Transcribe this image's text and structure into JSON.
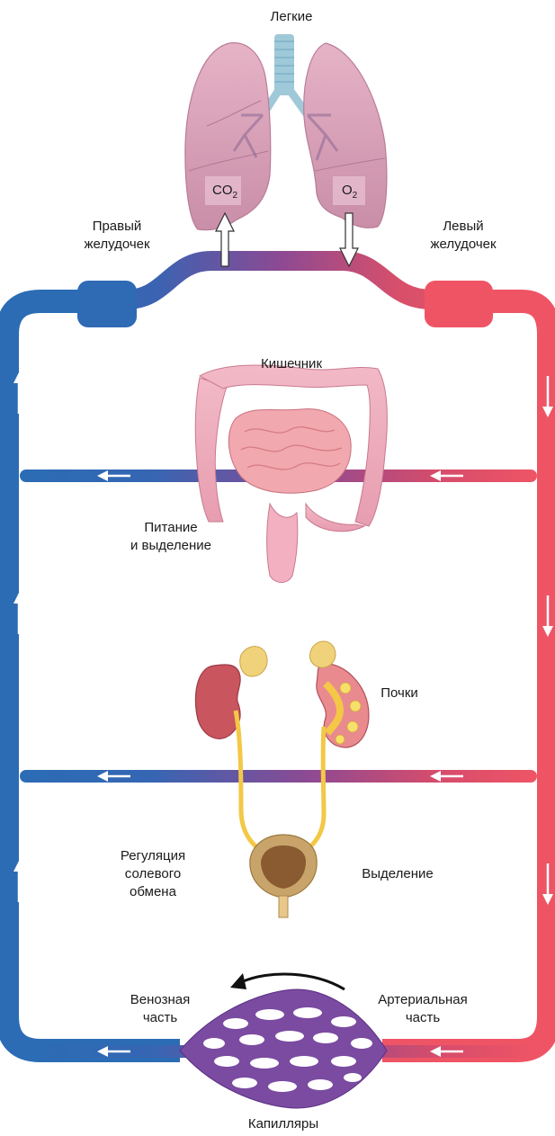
{
  "colors": {
    "venous": "#2b6cb5",
    "arterial": "#ef5465",
    "mixed": "#8b4a94",
    "organ_pink": "#e8a7b8",
    "kidney": "#c9555f",
    "adrenal": "#f0d27a",
    "urine": "#f3c846"
  },
  "icons": [
    "lungs-icon",
    "intestine-icon",
    "kidney-icon",
    "bladder-icon",
    "capillary-bed-icon",
    "arrow-up-icon",
    "arrow-down-icon",
    "arrow-left-icon"
  ],
  "labels": {
    "lungs": "Легкие",
    "right_ventricle_1": "Правый",
    "right_ventricle_2": "желудочек",
    "left_ventricle_1": "Левый",
    "left_ventricle_2": "желудочек",
    "intestine": "Кишечник",
    "nutrition_1": "Питание",
    "nutrition_2": "и выделение",
    "kidneys": "Почки",
    "salt_1": "Регуляция",
    "salt_2": "солевого",
    "salt_3": "обмена",
    "excretion": "Выделение",
    "venous_1": "Венозная",
    "venous_2": "часть",
    "arterial_1": "Артериальная",
    "arterial_2": "часть",
    "capillaries": "Капилляры"
  },
  "gases": {
    "co2_main": "CO",
    "co2_sub": "2",
    "o2_main": "O",
    "o2_sub": "2"
  }
}
